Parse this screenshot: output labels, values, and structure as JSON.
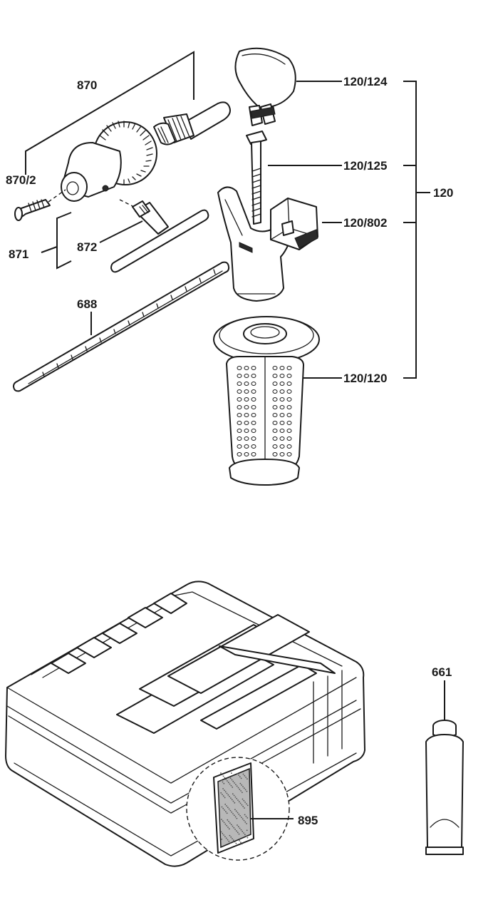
{
  "labels": {
    "l870": "870",
    "l870_2": "870/2",
    "l871": "871",
    "l872": "872",
    "l688": "688",
    "l120_124": "120/124",
    "l120_125": "120/125",
    "l120": "120",
    "l120_802": "120/802",
    "l120_120": "120/120",
    "l661": "661",
    "l895": "895"
  }
}
